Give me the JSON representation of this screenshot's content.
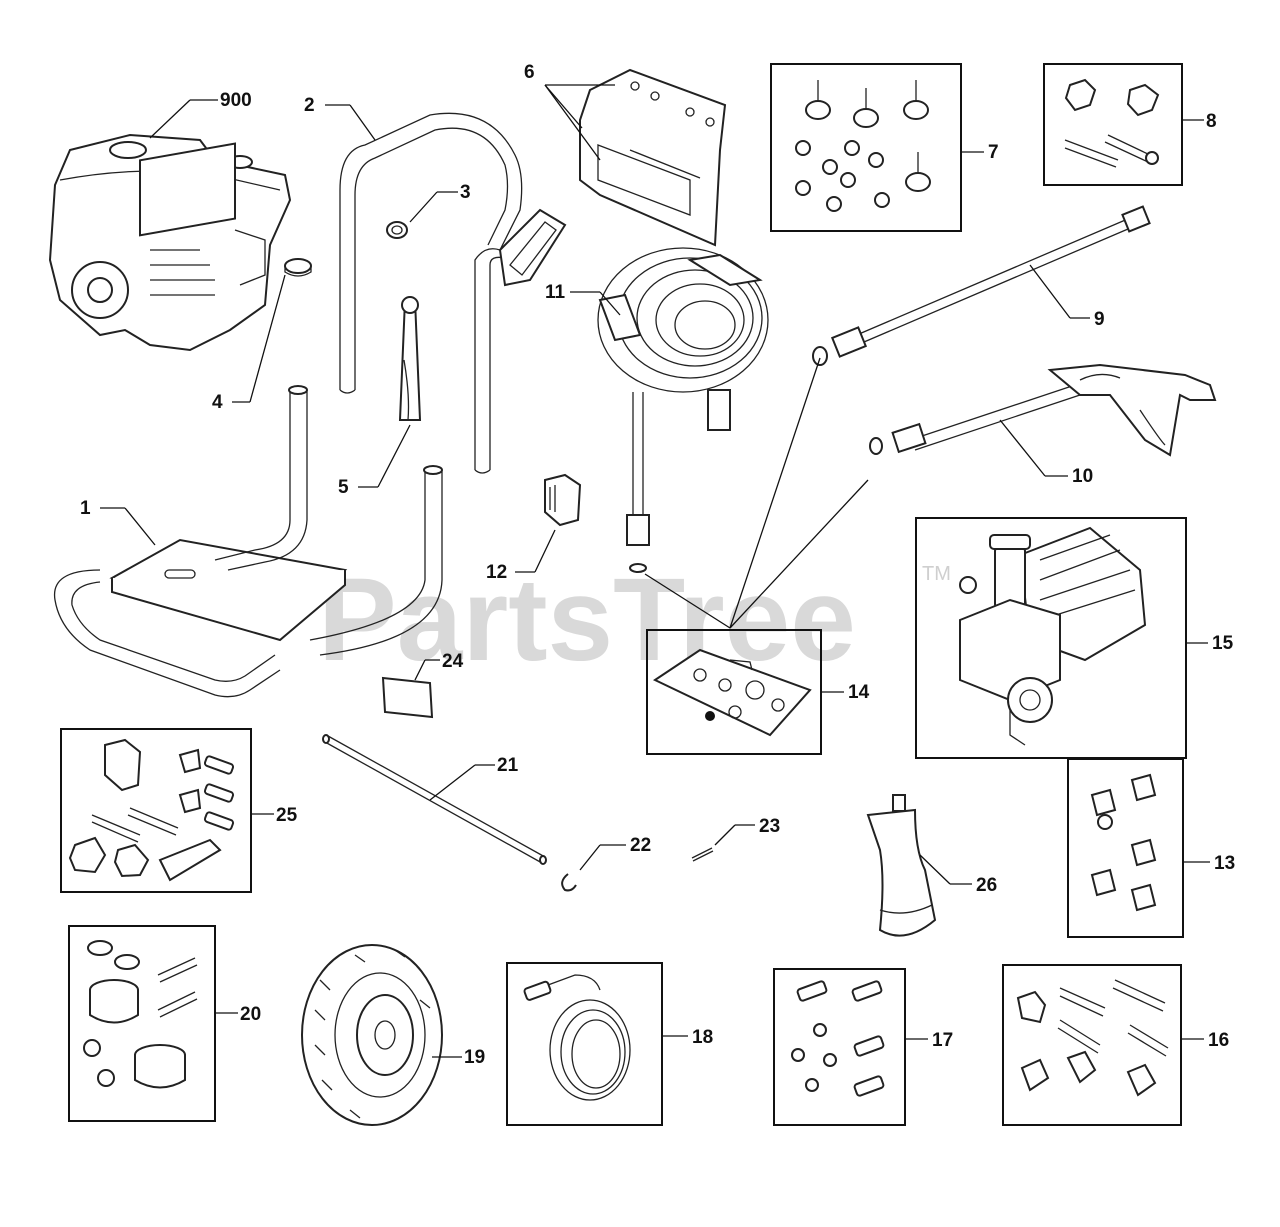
{
  "watermark": {
    "text": "PartsTree",
    "trademark": "TM"
  },
  "callouts": [
    {
      "id": "900",
      "label": "900"
    },
    {
      "id": "1",
      "label": "1"
    },
    {
      "id": "2",
      "label": "2"
    },
    {
      "id": "3",
      "label": "3"
    },
    {
      "id": "4",
      "label": "4"
    },
    {
      "id": "5",
      "label": "5"
    },
    {
      "id": "6",
      "label": "6"
    },
    {
      "id": "7",
      "label": "7"
    },
    {
      "id": "8",
      "label": "8"
    },
    {
      "id": "9",
      "label": "9"
    },
    {
      "id": "10",
      "label": "10"
    },
    {
      "id": "11",
      "label": "11"
    },
    {
      "id": "12",
      "label": "12"
    },
    {
      "id": "13",
      "label": "13"
    },
    {
      "id": "14",
      "label": "14"
    },
    {
      "id": "15",
      "label": "15"
    },
    {
      "id": "16",
      "label": "16"
    },
    {
      "id": "17",
      "label": "17"
    },
    {
      "id": "18",
      "label": "18"
    },
    {
      "id": "19",
      "label": "19"
    },
    {
      "id": "20",
      "label": "20"
    },
    {
      "id": "21",
      "label": "21"
    },
    {
      "id": "22",
      "label": "22"
    },
    {
      "id": "23",
      "label": "23"
    },
    {
      "id": "24",
      "label": "24"
    },
    {
      "id": "25",
      "label": "25"
    },
    {
      "id": "26",
      "label": "26"
    }
  ]
}
